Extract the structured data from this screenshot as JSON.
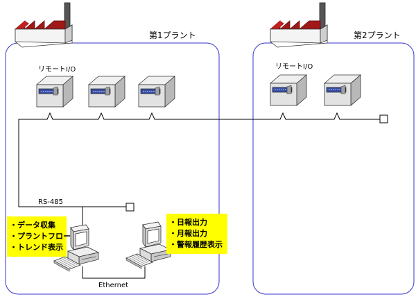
{
  "plants": [
    {
      "label": "第1プラント",
      "io_label": "リモートI/O"
    },
    {
      "label": "第2プラント",
      "io_label": "リモートI/O"
    }
  ],
  "network": {
    "rs485_label": "RS-485",
    "ethernet_label": "Ethernet"
  },
  "pc_left": {
    "functions": [
      "・データ収集",
      "・プラントフロー",
      "・トレンド表示"
    ]
  },
  "pc_right": {
    "functions": [
      "・日報出力",
      "・月報出力",
      "・警報履歴表示"
    ]
  },
  "colors": {
    "plant_frame": "#3333cc",
    "factory_roof": "#a01818",
    "factory_wall": "#ffffff",
    "note_background": "#ffff00",
    "io_display": "#3a4fa0"
  },
  "icons": [
    "factory-icon",
    "remote-io-icon",
    "computer-icon",
    "terminator-icon"
  ]
}
